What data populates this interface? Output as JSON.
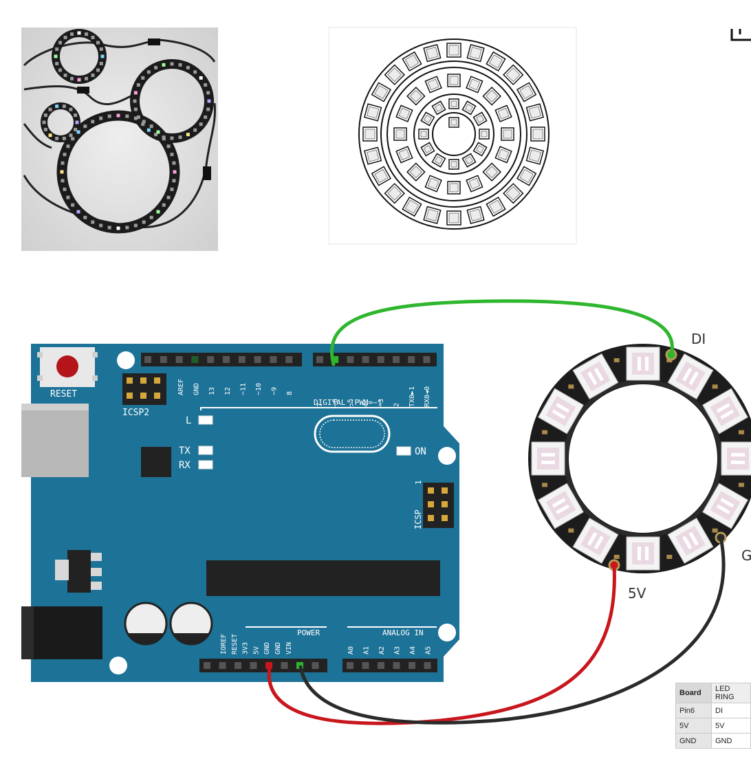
{
  "board": {
    "reset_label": "RESET",
    "icsp2_label": "ICSP2",
    "icsp_label": "ICSP",
    "l_label": "L",
    "tx_label": "TX",
    "rx_label": "RX",
    "on_label": "ON",
    "digital_label": "DIGITAL (PWM=~)",
    "power_label": "POWER",
    "analog_label": "ANALOG IN",
    "digital_header_left": [
      "AREF",
      "GND",
      "13",
      "12",
      "~11",
      "~10",
      "~9",
      "8"
    ],
    "digital_header_right": [
      "7",
      "~6",
      "~5",
      "4",
      "~3",
      "2",
      "TX0►1",
      "RX0◄0"
    ],
    "power_pins": [
      "IOREF",
      "RESET",
      "3V3",
      "5V",
      "GND",
      "GND",
      "VIN"
    ],
    "analog_pins": [
      "A0",
      "A1",
      "A2",
      "A3",
      "A4",
      "A5"
    ],
    "icsp_pin1": "1"
  },
  "ring_labels": {
    "di": "DI",
    "five_v": "5V",
    "gnd_partial": "G"
  },
  "wire_colors": {
    "data": "#2fb62f",
    "power": "#c8161d",
    "ground": "#2a2a2a",
    "board": "#1d7297"
  },
  "pin_table": {
    "headers": [
      "Board",
      "LED RING"
    ],
    "rows": [
      [
        "Pin6",
        "DI"
      ],
      [
        "5V",
        "5V"
      ],
      [
        "GND",
        "GND"
      ]
    ]
  },
  "icons": {
    "corner": "bag-icon"
  }
}
